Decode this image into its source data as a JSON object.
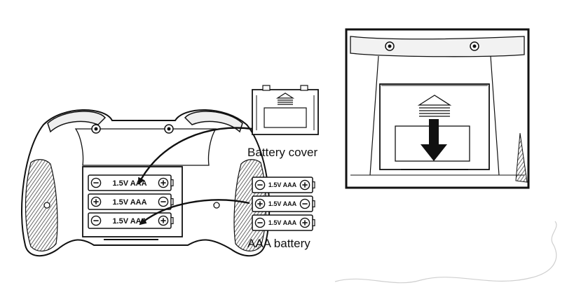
{
  "labels": {
    "battery_cover": "Battery cover",
    "aaa_battery": "AAA battery"
  },
  "battery_spec": "1.5V AAA",
  "installed_batteries": [
    {
      "text": "1.5V AAA",
      "left_terminal": "minus",
      "right_terminal": "plus"
    },
    {
      "text": "1.5V AAA",
      "left_terminal": "plus",
      "right_terminal": "minus"
    },
    {
      "text": "1.5V AAA",
      "left_terminal": "minus",
      "right_terminal": "plus"
    }
  ],
  "loose_batteries": [
    {
      "text": "1.5V AAA",
      "left_terminal": "minus",
      "right_terminal": "plus"
    },
    {
      "text": "1.5V AAA",
      "left_terminal": "plus",
      "right_terminal": "minus"
    },
    {
      "text": "1.5V AAA",
      "left_terminal": "minus",
      "right_terminal": "plus"
    }
  ],
  "icons": {
    "plus": "plus-terminal-icon",
    "minus": "minus-terminal-icon",
    "arrow": "curved-arrow-icon",
    "down": "down-arrow-icon"
  }
}
